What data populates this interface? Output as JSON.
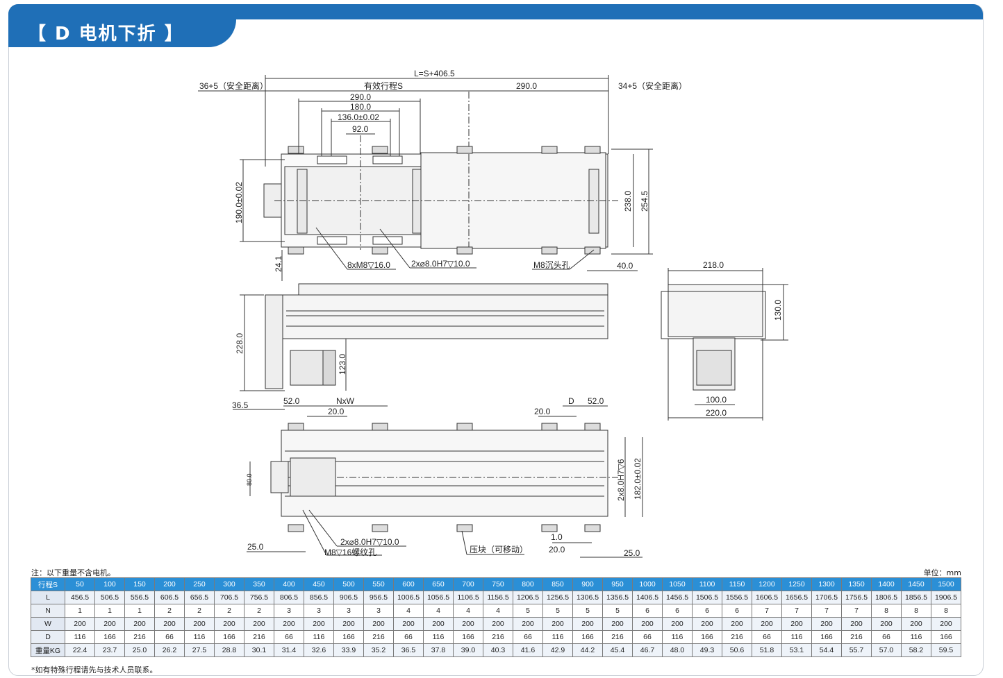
{
  "header": {
    "title": "【 D 电机下折 】"
  },
  "drawing": {
    "top_view": {
      "overall": "L=S+406.5",
      "safety_left": "36+5（安全距离）",
      "stroke": "有效行程S",
      "safety_right": "34+5（安全距离）",
      "d290_left": "290.0",
      "d290_right": "290.0",
      "d180": "180.0",
      "d136": "136.0±0.02",
      "d92": "92.0",
      "d190": "190.0±0.02",
      "d238": "238.0",
      "d254": "254.5",
      "holes_m8": "8xM8▽16.0",
      "pins": "2x⌀8.0H7▽10.0",
      "counterbore": "M8沉头孔",
      "d40": "40.0",
      "d24": "24.1"
    },
    "side_view": {
      "d228": "228.0",
      "d123": "123.0"
    },
    "end_view": {
      "d218": "218.0",
      "d130": "130.0",
      "d100": "100.0",
      "d220": "220.0"
    },
    "bottom_view": {
      "d36": "36.5",
      "d52_left": "52.0",
      "nxw": "NxW",
      "d20_a": "20.0",
      "d20_b": "20.0",
      "dD": "D",
      "d52_right": "52.0",
      "d80": "80.0",
      "pin_h": "2x8.0H7▽6",
      "d182": "182.0±0.02",
      "pins2": "2x⌀8.0H7▽10.0",
      "thread": "M8▽16螺纹孔",
      "clamp": "压块（可移动）",
      "d1": "1.0",
      "d20_c": "20.0",
      "d25_left": "25.0",
      "d25_right": "25.0"
    }
  },
  "notes": {
    "weight_note": "注：以下重量不含电机。",
    "unit": "单位：mm",
    "footnote": "*如有特殊行程请先与技术人员联系。"
  },
  "table": {
    "header_label": "行程S",
    "strokes": [
      "50",
      "100",
      "150",
      "200",
      "250",
      "300",
      "350",
      "400",
      "450",
      "500",
      "550",
      "600",
      "650",
      "700",
      "750",
      "800",
      "850",
      "900",
      "950",
      "1000",
      "1050",
      "1100",
      "1150",
      "1200",
      "1250",
      "1300",
      "1350",
      "1400",
      "1450",
      "1500"
    ],
    "rows": [
      {
        "label": "L",
        "values": [
          "456.5",
          "506.5",
          "556.5",
          "606.5",
          "656.5",
          "706.5",
          "756.5",
          "806.5",
          "856.5",
          "906.5",
          "956.5",
          "1006.5",
          "1056.5",
          "1106.5",
          "1156.5",
          "1206.5",
          "1256.5",
          "1306.5",
          "1356.5",
          "1406.5",
          "1456.5",
          "1506.5",
          "1556.5",
          "1606.5",
          "1656.5",
          "1706.5",
          "1756.5",
          "1806.5",
          "1856.5",
          "1906.5"
        ]
      },
      {
        "label": "N",
        "values": [
          "1",
          "1",
          "1",
          "2",
          "2",
          "2",
          "2",
          "3",
          "3",
          "3",
          "3",
          "4",
          "4",
          "4",
          "4",
          "5",
          "5",
          "5",
          "5",
          "6",
          "6",
          "6",
          "6",
          "7",
          "7",
          "7",
          "7",
          "8",
          "8",
          "8"
        ]
      },
      {
        "label": "W",
        "values": [
          "200",
          "200",
          "200",
          "200",
          "200",
          "200",
          "200",
          "200",
          "200",
          "200",
          "200",
          "200",
          "200",
          "200",
          "200",
          "200",
          "200",
          "200",
          "200",
          "200",
          "200",
          "200",
          "200",
          "200",
          "200",
          "200",
          "200",
          "200",
          "200",
          "200"
        ]
      },
      {
        "label": "D",
        "values": [
          "116",
          "166",
          "216",
          "66",
          "116",
          "166",
          "216",
          "66",
          "116",
          "166",
          "216",
          "66",
          "116",
          "166",
          "216",
          "66",
          "116",
          "166",
          "216",
          "66",
          "116",
          "166",
          "216",
          "66",
          "116",
          "166",
          "216",
          "66",
          "116",
          "166"
        ]
      },
      {
        "label": "重量KG",
        "values": [
          "22.4",
          "23.7",
          "25.0",
          "26.2",
          "27.5",
          "28.8",
          "30.1",
          "31.4",
          "32.6",
          "33.9",
          "35.2",
          "36.5",
          "37.8",
          "39.0",
          "40.3",
          "41.6",
          "42.9",
          "44.2",
          "45.4",
          "46.7",
          "48.0",
          "49.3",
          "50.6",
          "51.8",
          "53.1",
          "54.4",
          "55.7",
          "57.0",
          "58.2",
          "59.5"
        ]
      }
    ]
  }
}
